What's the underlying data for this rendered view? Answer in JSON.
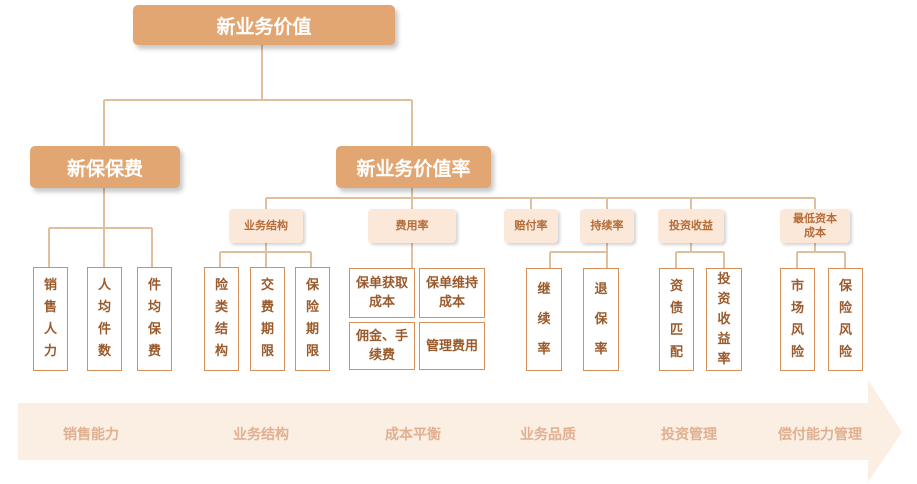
{
  "root": {
    "label": "新业务价值"
  },
  "branches": [
    {
      "label": "新保保费"
    },
    {
      "label": "新业务价值率"
    }
  ],
  "categories": [
    {
      "label": "业务结构"
    },
    {
      "label": "费用率"
    },
    {
      "label": "赔付率"
    },
    {
      "label": "持续率"
    },
    {
      "label": "投资收益"
    },
    {
      "label": "最低资本成本"
    }
  ],
  "leaves": [
    {
      "label": "销售人力"
    },
    {
      "label": "人均件数"
    },
    {
      "label": "件均保费"
    },
    {
      "label": "险类结构"
    },
    {
      "label": "交费期限"
    },
    {
      "label": "保险期限"
    },
    {
      "label": "保单获取成本"
    },
    {
      "label": "保单维持成本"
    },
    {
      "label": "佣金、手续费"
    },
    {
      "label": "管理费用"
    },
    {
      "label": "继续率"
    },
    {
      "label": "退保率"
    },
    {
      "label": "资债匹配"
    },
    {
      "label": "投资收益率"
    },
    {
      "label": "市场风险"
    },
    {
      "label": "保险风险"
    }
  ],
  "capabilities": [
    {
      "label": "销售能力"
    },
    {
      "label": "业务结构"
    },
    {
      "label": "成本平衡"
    },
    {
      "label": "业务品质"
    },
    {
      "label": "投资管理"
    },
    {
      "label": "偿付能力管理"
    }
  ],
  "colors": {
    "primary": "#e2a673",
    "secondary_fill": "#fbe8d8",
    "secondary_text": "#b56d3a",
    "leaf_border": "#d88e57",
    "leaf_text": "#9a5a2c",
    "connector": "#e0bf9f",
    "band": "#fbeee3",
    "band_text": "#e0b090"
  }
}
